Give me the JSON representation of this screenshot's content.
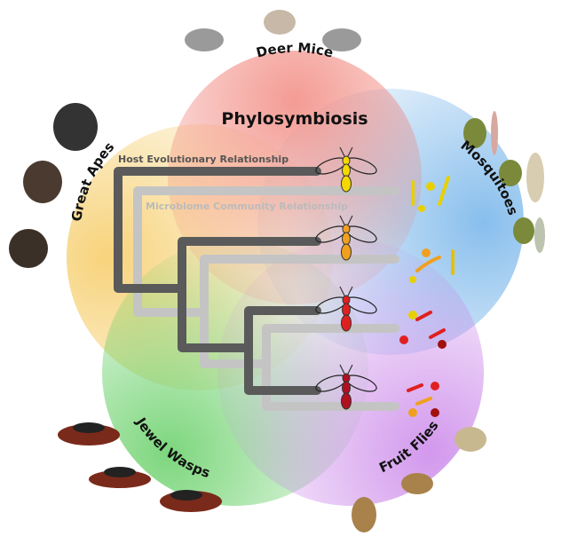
{
  "title": "Phylosymbiosis",
  "legend": {
    "host": "Host Evolutionary Relationship",
    "microbiome": "Microbiome Community Relationship"
  },
  "groups": [
    {
      "label": "Deer Mice",
      "color": "#f07a70"
    },
    {
      "label": "Great Apes",
      "color": "#f5c85a"
    },
    {
      "label": "Mosquitoes",
      "color": "#6aaee8"
    },
    {
      "label": "Jewel Wasps",
      "color": "#5ccc5c"
    },
    {
      "label": "Fruit Flies",
      "color": "#c77ee8"
    }
  ],
  "wasp_colors": [
    "#f5d800",
    "#f0a020",
    "#e02020",
    "#b01020"
  ],
  "colors": {
    "host_tree": "#5a5a5a",
    "microbiome_tree": "#c4c4c4"
  }
}
